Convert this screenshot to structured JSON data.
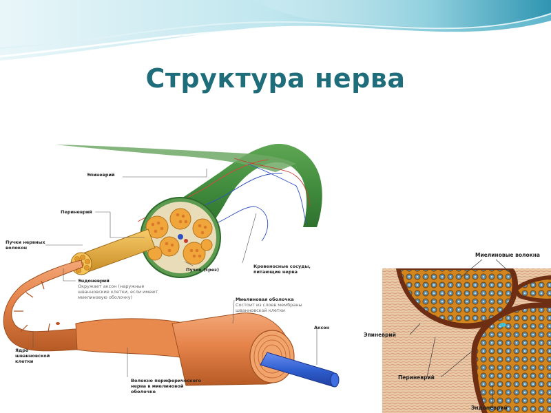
{
  "slide": {
    "title": "Структура нерва"
  },
  "left_diagram": {
    "labels": {
      "epineurium": "Эпиневрий",
      "perineurium": "Периневрий",
      "fascicles": "Пучки нервных волокон",
      "endoneurium": "Эндоневрий",
      "endoneurium_desc": "Окружает аксон (наружные шванновские клетки, если имеют миелиновую оболочку)",
      "fascicle_section": "Пучок (срез)",
      "blood_vessels": "Кровеносные сосуды, питающие нерва",
      "myelin_sheath": "Миелиновая оболочка",
      "myelin_desc": "Состоит из слоев мембраны шванновской клетки",
      "axon": "Аксон",
      "schwann_nucleus": "Ядро шванновской клетки",
      "fiber": "Волокно периферического нерва в миелиновой оболочке"
    }
  },
  "right_diagram": {
    "labels": {
      "myelinated_fibers": "Миелиновые волокна",
      "epineurium": "Эпиневрий",
      "perineurium": "Периневрий",
      "endoneurium": "Эндоневрий"
    }
  },
  "colors": {
    "title": "#1f6d7a",
    "wave_light": "#bfe6ee",
    "wave_dark": "#4aa8c0",
    "nerve_green": "#3f8a3c",
    "fascicle_orange": "#e8a33a",
    "myelin_orange": "#e5834a",
    "axon_blue": "#2f5fd0"
  }
}
